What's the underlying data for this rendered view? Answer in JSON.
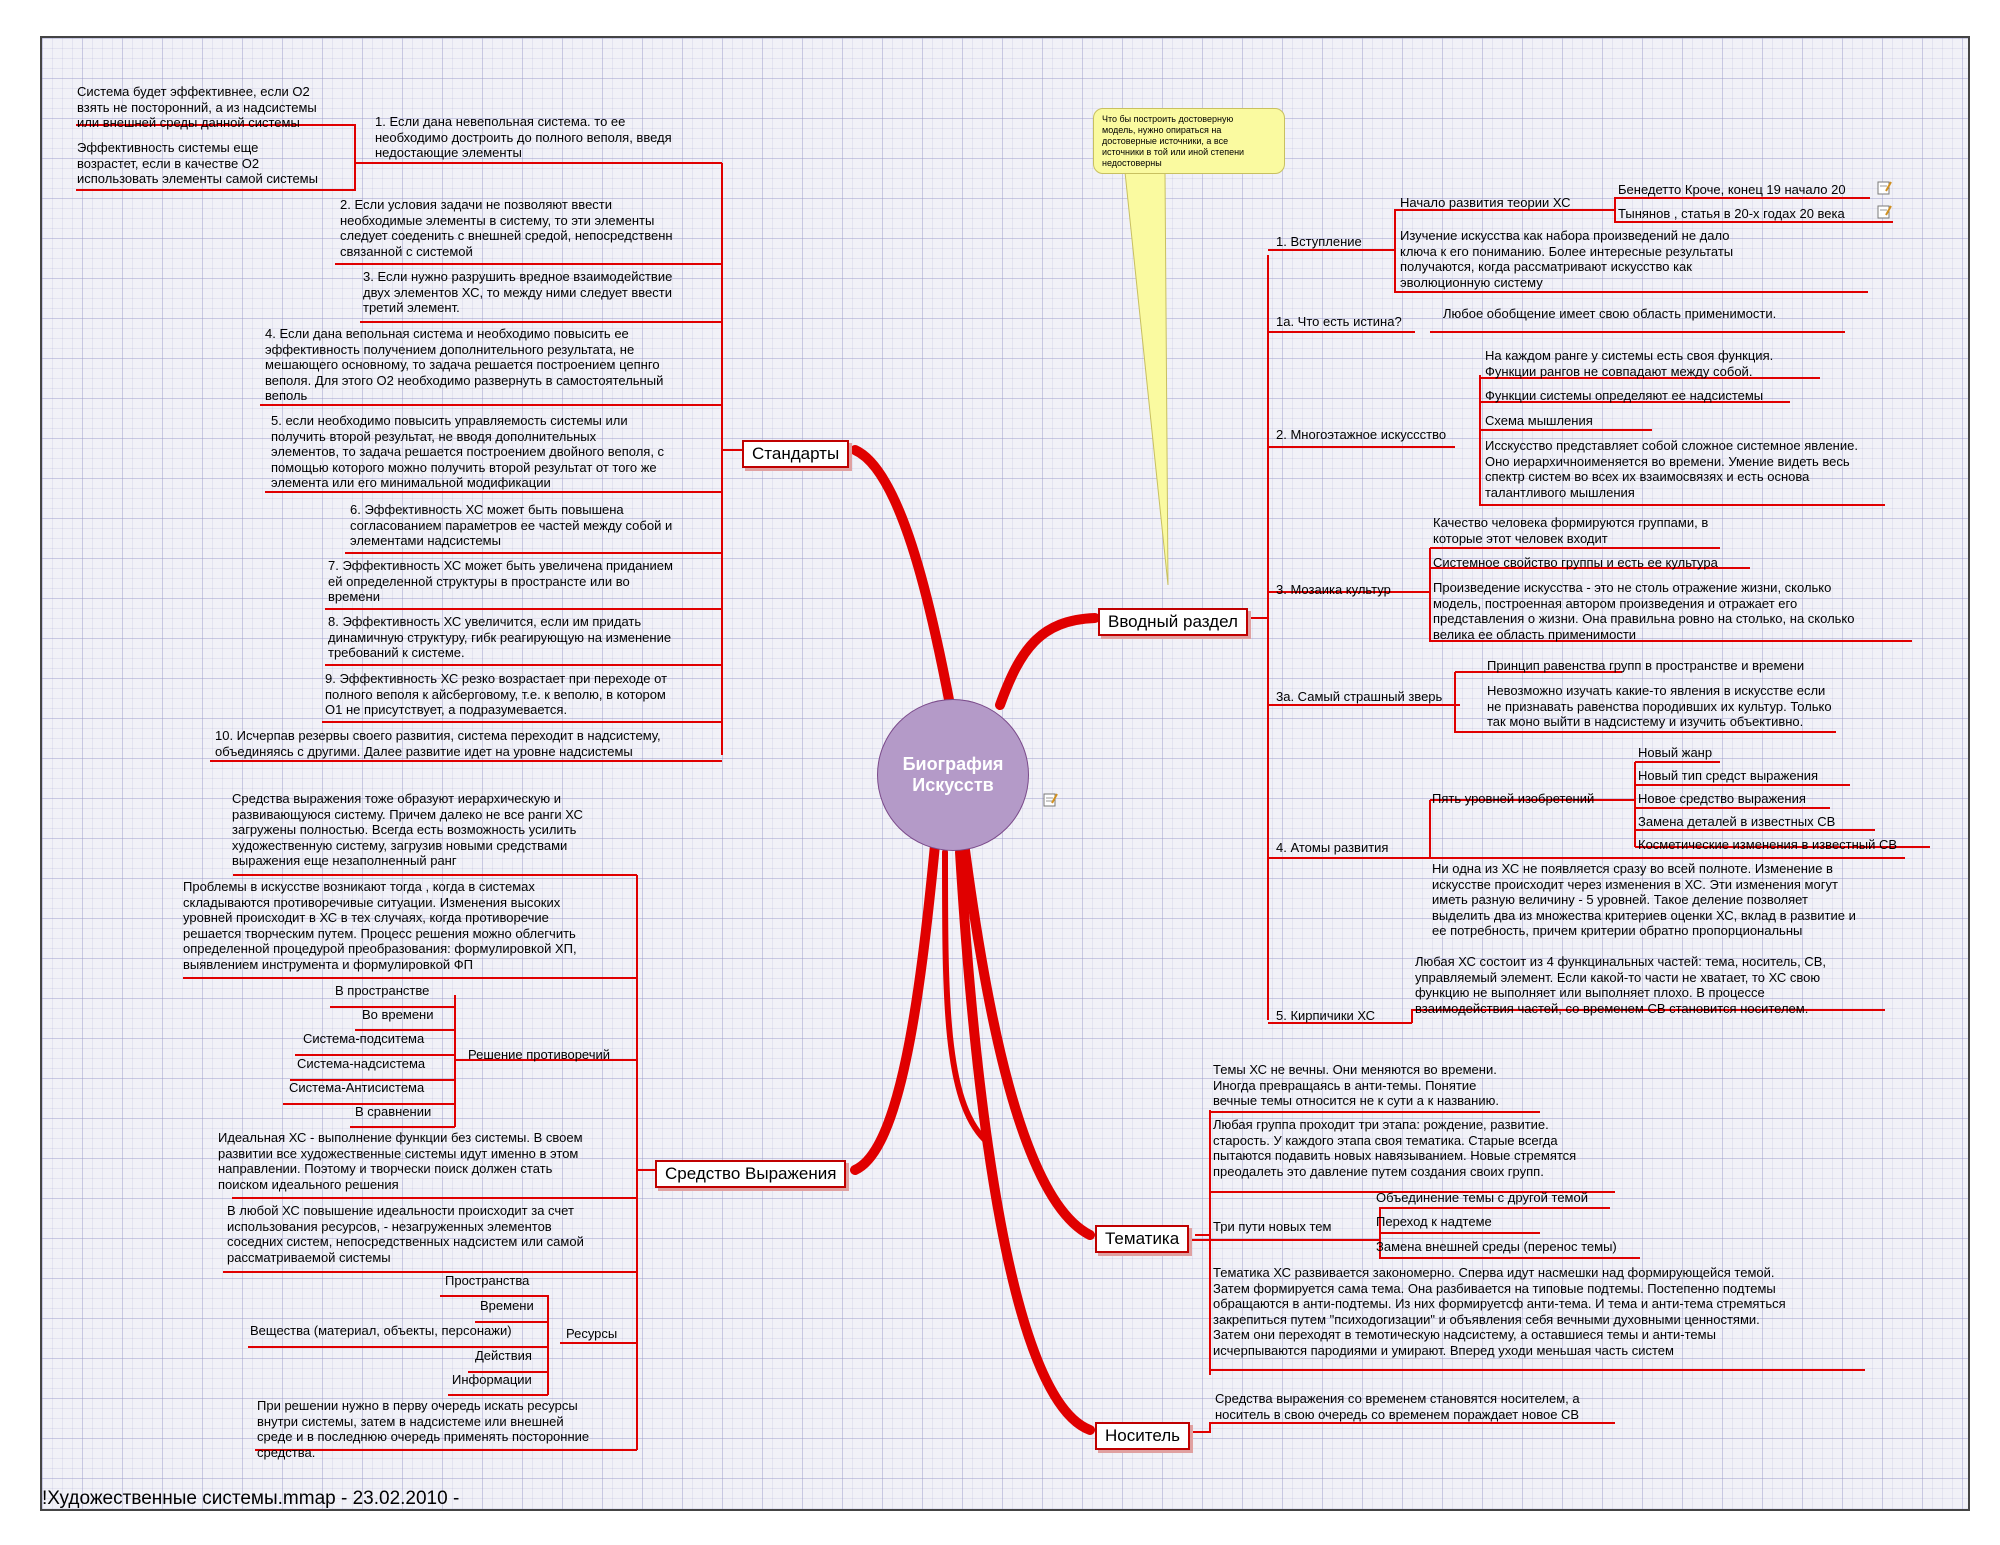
{
  "center": {
    "label": "Биография\nИскусств"
  },
  "callout": {
    "text": "Что бы построить достоверную\nмодель, нужно опираться на\nдостоверные источники, а все\nисточники в той или иной степени\nнедостоверны"
  },
  "footer": {
    "text": "!Художественные системы.mmap - 23.02.2010 -"
  },
  "branches": {
    "standards": {
      "label": "Стандарты"
    },
    "intro": {
      "label": "Вводный раздел"
    },
    "means": {
      "label": "Средство Выражения"
    },
    "themes": {
      "label": "Тематика"
    },
    "carrier": {
      "label": "Носитель"
    }
  },
  "standards": {
    "s1": "1. Если дана невепольная система. то ее\nнеобходимо  достроить до полного веполя, введя\nнедостающие элементы",
    "s1a": "Система будет эффективнее, если О2\nвзять не посторонний, а из надсистемы\nили внешней среды данной системы",
    "s1b": "Эффективность системы еще\nвозрастет, если в качестве О2\nиспользовать элементы самой системы",
    "s2": "2. Если условия задачи не позволяют ввести\nнеобходимые элементы в систему, то эти элементы\nследует соеденить с внешней средой, непосредственн\nсвязанной с системой",
    "s3": "3. Если нужно разрушить вредное взаимодействие\nдвух элементов ХС, то между ними следует ввести\nтретий элемент.",
    "s4": "4. Если дана вепольная система и необходимо повысить ее\nэффективность получением дополнительного результата, не\nмешающего основному, то задача решается построением цепнго\nвеполя. Для этого О2 необходимо развернуть в самостоятельный\nвеполь",
    "s5": "5. если необходимо повысить управляемость системы или\nполучить второй результат, не вводя дополнительных\nэлементов, то задача решается построением двойного веполя, с\nпомощью которого можно получить второй результат от того же\nэлемента или его минимальной модификации",
    "s6": "6. Эффективность ХС может быть повышена\nсогласованием параметров ее частей между собой и\nэлементами надсистемы",
    "s7": "7. Эффективность ХС может быть увеличена приданием\nей определенной структуры в пространсте или во\nвремени",
    "s8": "8. Эффективность ХС увеличится, если им придать\nдинамичную структуру, гибк реагирующую на изменение\nтребований к системе.",
    "s9": "9. Эффективность ХС резко возрастает при переходе от\nполного веполя к айсберговому, т.е. к веполю, в котором\nО1 не присутствует, а подразумевается.",
    "s10": "10. Исчерпав резервы своего развития, система переходит в надсистему,\nобъединяясь с другими. Далее развитие идет на уровне надсистемы"
  },
  "intro": {
    "i1": "1. Вступление",
    "i1a": "Начало развития теории ХС",
    "i1a1": "Бенедетто Кроче, конец 19 начало 20",
    "i1a2": "Тынянов , статья в 20-х годах 20 века",
    "i1b": "Изучение искусства как набора произведений не дало\nключа к его пониманию. Более интересные результаты\nполучаются, когда рассматривают искусство как\nэволюционную систему",
    "i1c": "1а. Что есть истина?",
    "i1c1": "Любое обобщение имеет свою область применимости.",
    "i2": "2. Многоэтажное искуссство",
    "i2a": "На каждом ранге у системы есть своя функция.\nФункции рангов не совпадают между собой.",
    "i2b": "Функции системы определяют ее надсистемы",
    "i2c": "Схема мышления",
    "i2d": "Исскусство представляет собой сложное системное явление.\nОно иерархичноименяется во времени. Умение видеть весь\nспектр систем во всех их взаимосвязях и есть основа\nталантливого мышления",
    "i3": "3. Мозаика культур",
    "i3a": "Качество человека формируются группами, в\nкоторые этот человек входит",
    "i3b": "Системное свойство группы и есть ее культура",
    "i3c": "Произведение искусства - это не столь отражение жизни, сколько\nмодель, построенная автором произведения и отражает его\nпредставления о жизни. Она правильна ровно на столько, на сколько\nвелика ее область применимости",
    "i3x": "3а. Самый страшный зверь",
    "i3x1": "Принцип равенства групп в пространстве и времени",
    "i3x2": "Невозможно изучать какие-то явления в искусстве если\nне признавать равенства породивших их культур. Только\nтак моно выйти в надсистему и изучить объективно.",
    "i4": "4. Атомы развития",
    "i4a": "Пять уровней изобретений",
    "i4a1": "Новый жанр",
    "i4a2": "Новый тип средст выражения",
    "i4a3": "Новое средство выражения",
    "i4a4": "Замена деталей в известных СВ",
    "i4a5": "Косметические изменения в известный СВ",
    "i4b": "Ни одна из ХС не появляется сразу во всей полноте. Изменение в\nискусстве происходит через изменения в ХС. Эти изменения могут\nиметь разную величину  - 5 уровней. Такое деление позволяет\nвыделить два из множества критериев оценки ХС, вклад в развитие и\nее потребность, причем критерии обратно пропорциональны",
    "i5": "5. Кирпичики ХС",
    "i5a": "Любая ХС состоит из 4 функцинальных частей: тема, носитель, СВ,\nуправляемый элемент. Если какой-то части не хватает, то ХС свою\nфункцию не выполняет или выполняет плохо. В процессе\nвзаимодействия частей, со временем СВ становится носителем."
  },
  "means": {
    "m1": "Средства выражения тоже образуют иерархическую и\nразвивающуюся систему. Причем далеко не все ранги ХС\nзагружены полностью. Всегда есть возможность усилить\nхудожественную систему, загрузив новыми средствами\nвыражения еще незаполненный ранг",
    "m2": "Проблемы в искусстве возникают тогда , когда в системах\nскладываются противоречивые ситуации. Изменения высоких\nуровней происходит в ХС в тех случаях, когда противоречие\nрешается творческим путем. Процесс решения можно  облегчить\nопределенной процедурой преобразования: формулировкой ХП,\nвыявлением инструмента и формулировкой ФП",
    "m3": "Решение противоречий",
    "m3a": "В пространстве",
    "m3b": "Во времени",
    "m3c": "Система-подситема",
    "m3d": "Система-надсистема",
    "m3e": "Система-Антисистема",
    "m3f": "В сравнении",
    "m4": "Идеальная ХС - выполнение функции без системы. В своем\nразвитии все художественные системы идут именно в этом\nнаправлении. Поэтому и творчески поиск должен стать\nпоиском идеального решения",
    "m5": "В любой ХС повышение идеальности происходит за счет\nиспользования ресурсов, - незагруженных элементов\nсоседних систем, непосредственных надсистем или самой\nрассматриваемой системы",
    "m6": "Ресурсы",
    "m6a": "Пространства",
    "m6b": "Времени",
    "m6c": "Вещества (материал, объекты, персонажи)",
    "m6d": "Действия",
    "m6e": "Информации",
    "m7": "При решении нужно в перву очередь искать ресурсы\nвнутри системы, затем в надсистеме или внешней\nсреде и в последнюю очередь применять посторонние\nсредства."
  },
  "themes": {
    "t1": "Темы ХС не вечны. Они меняются во времени.\nИногда превращаясь в анти-темы. Понятие\nвечные темы относится не к сути а к названию.",
    "t2": "Любая группа проходит три этапа: рождение, развитие.\nстарость. У каждого этапа своя тематика. Старые всегда\nпытаются подавить новых навязыванием. Новые стремятся\nпреодалеть это давление путем создания своих групп.",
    "t3": "Три пути новых тем",
    "t3a": "Объединение темы с другой темой",
    "t3b": "Переход к надтеме",
    "t3c": "Замена внешней среды (перенос темы)",
    "t4": "Тематика ХС развивается закономерно. Сперва идут насмешки над формирующейся темой.\nЗатем формируется сама тема. Она разбивается на типовые подтемы. Постепенно подтемы\nобращаются в анти-подтемы. Из них формируетсф анти-тема. И тема и анти-тема стремяться\nзакрепиться путем \"психодогизации\" и объявления себя вечными духовными ценностями.\nЗатем они переходят в темотическую надсистему, а оставшиеся темы и анти-темы\nисчерпываются пародиями и умирают. Вперед уходи меньшая часть систем"
  },
  "carrier": {
    "c1": "Средства выражения со временем становятся носителем, а\nноситель в свою очередь со временем пораждает новое СВ"
  },
  "colors": {
    "branch": "#e00000",
    "center": "#b49ac8",
    "callout": "#fafaa0"
  }
}
